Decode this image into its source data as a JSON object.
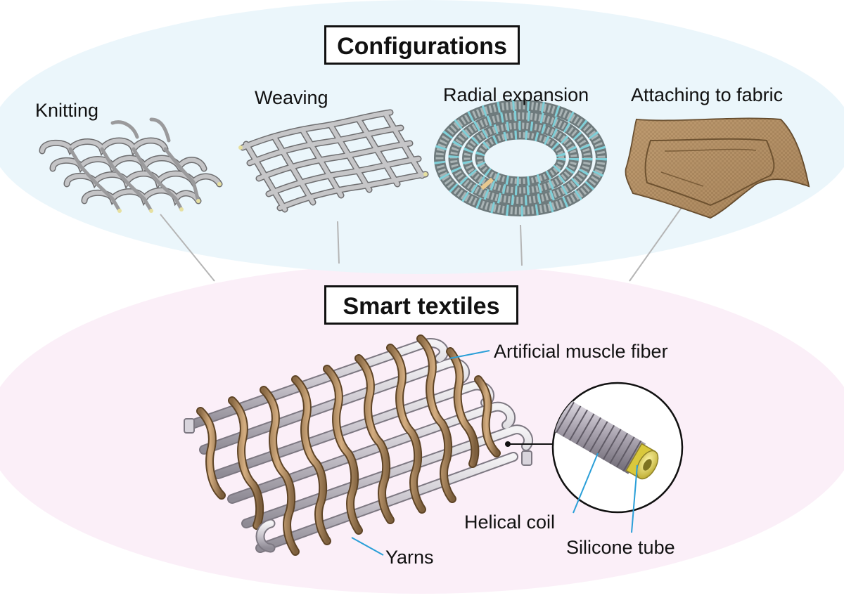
{
  "top_section": {
    "title": "Configurations",
    "items": [
      {
        "label": "Knitting"
      },
      {
        "label": "Weaving"
      },
      {
        "label": "Radial expansion"
      },
      {
        "label": "Attaching to fabric"
      }
    ]
  },
  "bottom_section": {
    "title": "Smart textiles",
    "callouts": {
      "fiber": "Artificial muscle fiber",
      "coil": "Helical coil",
      "tube": "Silicone tube",
      "yarns": "Yarns"
    }
  },
  "colors": {
    "top_ellipse": "#eaf6fb",
    "bottom_ellipse": "#fbeff8",
    "fiber": "#c9c9cc",
    "yarn": "#c49a6c",
    "callout_line": "#2a9fd8",
    "ring": "#7fcfd8",
    "tube": "#e6d64a",
    "fabric": "#b7946a"
  }
}
